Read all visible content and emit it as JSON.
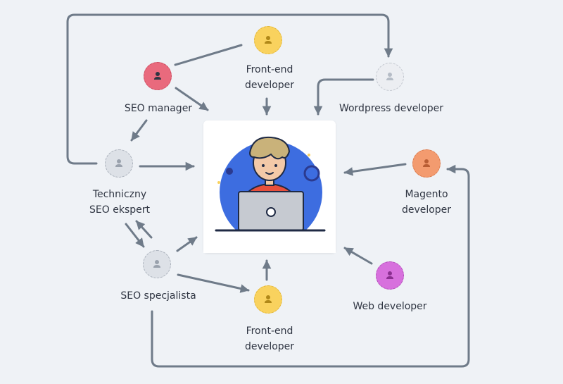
{
  "colors": {
    "background": "#eff2f6",
    "connector": "#6f7b89",
    "red": "#e96a7d",
    "yellow": "#f9d25e",
    "orange": "#f39b6f",
    "magenta": "#d770dd",
    "gray": "#d5d9df",
    "gray_light": "#e6e9ee",
    "illustration_blue": "#3d6de0"
  },
  "nodes": {
    "seo_manager": {
      "label": "SEO manager",
      "color": "red"
    },
    "frontend_top": {
      "label": "Front-end developer",
      "color": "yellow"
    },
    "wordpress": {
      "label": "Wordpress developer",
      "color": "gray_light"
    },
    "technical_seo": {
      "label": "Techniczny SEO ekspert",
      "color": "gray"
    },
    "magento": {
      "label": "Magento developer",
      "color": "orange"
    },
    "seo_specialist": {
      "label": "SEO specjalista",
      "color": "gray"
    },
    "frontend_bottom": {
      "label": "Front-end developer",
      "color": "yellow"
    },
    "web_dev": {
      "label": "Web developer",
      "color": "magenta"
    }
  },
  "center": {
    "icon": "developer-at-laptop-illustration"
  },
  "node_icon": "user-icon"
}
